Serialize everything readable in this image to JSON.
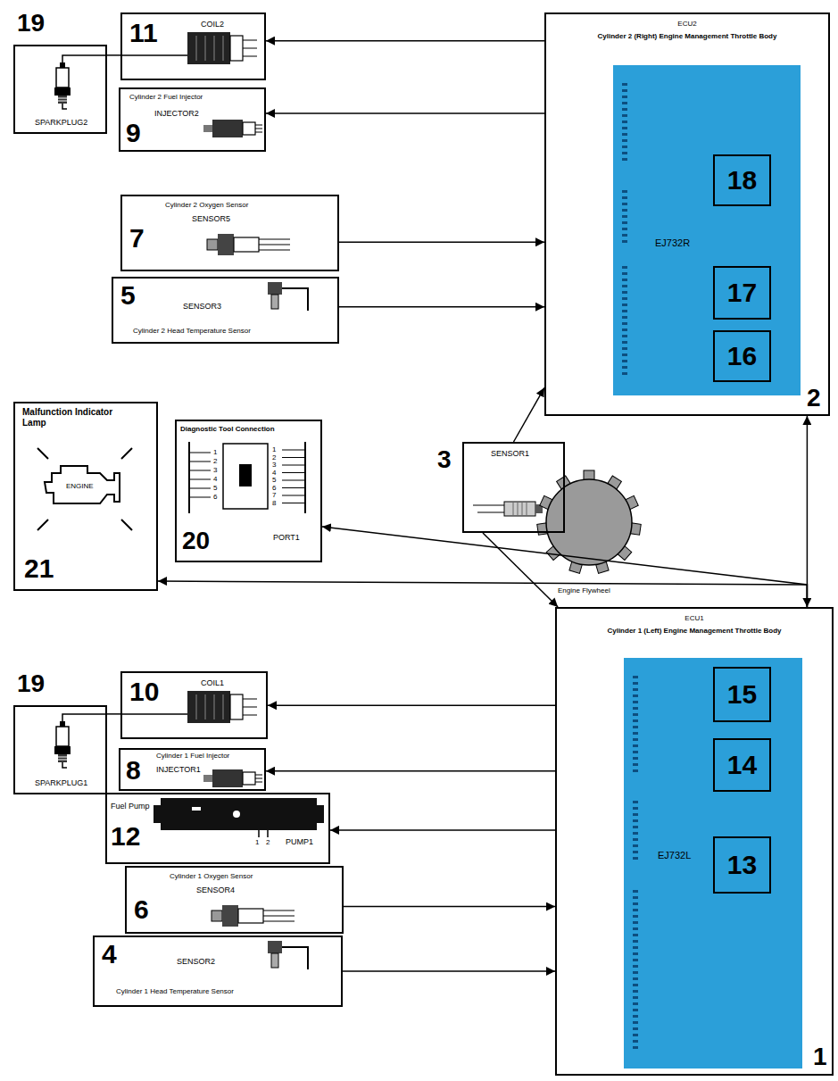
{
  "diagram": {
    "nodes": [
      {
        "text": [
          "19",
          "SPARKPLUG2"
        ]
      },
      {
        "text": [
          "11",
          "COIL2"
        ]
      },
      {
        "text": [
          "ECU2",
          "Cylinder 2 (Right) Engine Management Throttle Body",
          "2"
        ]
      },
      {
        "text": [
          "EJ732R"
        ],
        "in": 2
      },
      {
        "text": [
          "18"
        ],
        "in": 3
      },
      {
        "text": [
          "17"
        ],
        "in": 3
      },
      {
        "text": [
          "16"
        ],
        "in": 3
      },
      {
        "text": [
          "Cylinder 2 Fuel Injector",
          "INJECTOR2",
          "9"
        ]
      },
      {
        "text": [
          "Cylinder 2 Oxygen Sensor",
          "SENSOR5",
          "7"
        ]
      },
      {
        "text": [
          "5",
          "SENSOR3",
          "Cylinder 2 Head Temperature Sensor"
        ]
      },
      {
        "text": [
          "Malfunction Indicator Lamp",
          "ENGINE",
          "21"
        ]
      },
      {
        "text": [
          "Diagnostic Tool Connection",
          "PORT1",
          "20"
        ]
      },
      {
        "text": [
          "3",
          "SENSOR1"
        ]
      },
      {
        "text": [
          "19",
          "SPARKPLUG1"
        ]
      },
      {
        "text": [
          "10",
          "COIL1"
        ]
      },
      {
        "text": [
          "ECU1",
          "Cylinder 1 (Left) Engine Management Throttle Body",
          "1"
        ]
      },
      {
        "text": [
          "EJ732L"
        ],
        "in": 15
      },
      {
        "text": [
          "15"
        ],
        "in": 16
      },
      {
        "text": [
          "14"
        ],
        "in": 16
      },
      {
        "text": [
          "13"
        ],
        "in": 16
      },
      {
        "text": [
          "Cylinder 1 Fuel Injector",
          "INJECTOR1",
          "8"
        ]
      },
      {
        "text": [
          "Fuel Pump",
          "12",
          "PUMP1"
        ]
      },
      {
        "text": [
          "Cylinder 1 Oxygen Sensor",
          "SENSOR4",
          "6"
        ]
      },
      {
        "text": [
          "4",
          "SENSOR2",
          "Cylinder 1 Head Temperature Sensor"
        ]
      }
    ],
    "edges": [
      {
        "from": 2,
        "to": 1,
        "arrow": "to"
      },
      {
        "from": 2,
        "to": 7,
        "arrow": "to"
      },
      {
        "from": 8,
        "to": 2,
        "arrow": "to"
      },
      {
        "from": 9,
        "to": 2,
        "arrow": "to"
      },
      {
        "from": 1,
        "to": 0,
        "arrow": "none"
      },
      {
        "from": 12,
        "to": 2,
        "arrow": "to"
      },
      {
        "from": 12,
        "to": 15,
        "arrow": "to"
      },
      {
        "from": 2,
        "to": 15,
        "arrow": "both"
      },
      {
        "from": 15,
        "to": 11,
        "arrow": "to"
      },
      {
        "from": 15,
        "to": 10,
        "arrow": "to"
      },
      {
        "from": 15,
        "to": 14,
        "arrow": "to"
      },
      {
        "from": 15,
        "to": 20,
        "arrow": "to"
      },
      {
        "from": 15,
        "to": 21,
        "arrow": "to"
      },
      {
        "from": 22,
        "to": 15,
        "arrow": "to"
      },
      {
        "from": 23,
        "to": 15,
        "arrow": "to"
      },
      {
        "from": 14,
        "to": 13,
        "arrow": "none"
      }
    ],
    "labels": [
      "1",
      "2",
      "3",
      "4",
      "5",
      "6",
      "1",
      "2",
      "3",
      "4",
      "5",
      "6",
      "7",
      "8",
      "Engine Flywheel",
      "1",
      "2"
    ]
  }
}
